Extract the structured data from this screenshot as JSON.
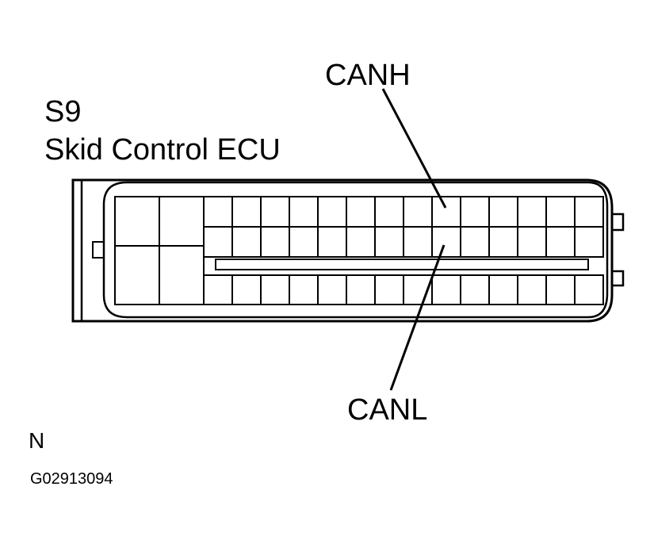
{
  "connector": {
    "code": "S9",
    "name": "Skid Control ECU"
  },
  "pins": {
    "canh": "CANH",
    "canl": "CANL"
  },
  "view_letter": "N",
  "figure_id": "G02913094"
}
